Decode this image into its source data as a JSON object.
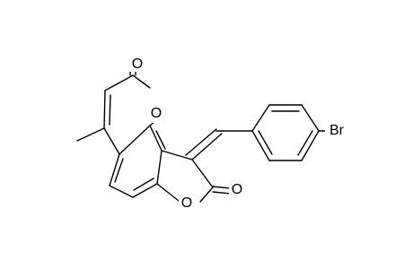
{
  "molecule": {
    "atom_labels": {
      "carbonyl_o_top": "O",
      "ring_o_pyranone": "O",
      "ring_o_furanone": "O",
      "carbonyl_o_bottom": "O",
      "bromine": "Br"
    },
    "colors": {
      "bond": "#000000",
      "label": "#000000",
      "background": "#ffffff"
    }
  }
}
